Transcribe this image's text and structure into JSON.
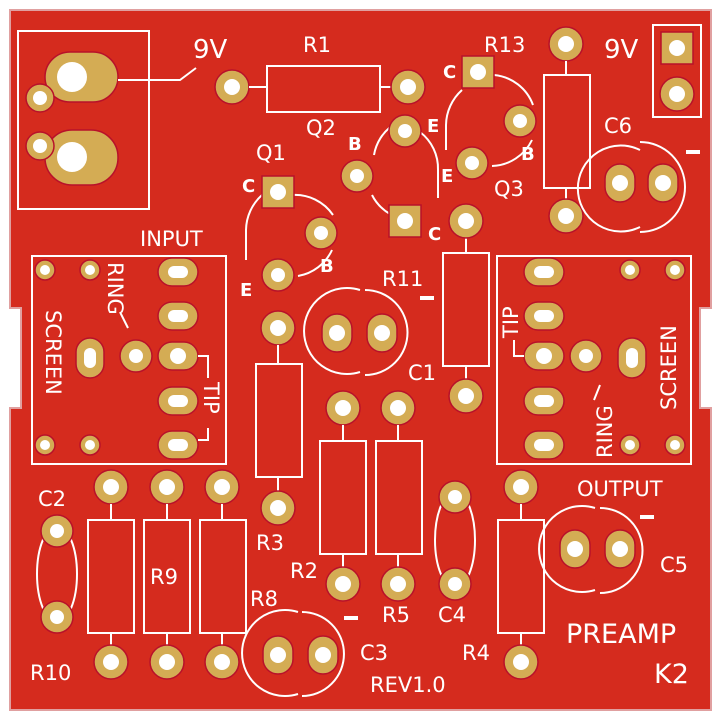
{
  "board": {
    "name": "PREAMP",
    "model": "K2",
    "revision": "REV1.0",
    "colors": {
      "board": "#d52b1e",
      "copper": "#d4ac54",
      "silk": "#ffffff",
      "background": "#ffffff"
    }
  },
  "labels": {
    "power_in": "9V",
    "power_out": "9V",
    "input": "INPUT",
    "output": "OUTPUT",
    "ring": "RING",
    "tip": "TIP",
    "screen": "SCREEN",
    "r1": "R1",
    "r2": "R2",
    "r3": "R3",
    "r4": "R4",
    "r5": "R5",
    "r8": "R8",
    "r9": "R9",
    "r10": "R10",
    "r11": "R11",
    "r13": "R13",
    "q1": "Q1",
    "q2": "Q2",
    "q3": "Q3",
    "c1": "C1",
    "c2": "C2",
    "c3": "C3",
    "c4": "C4",
    "c5": "C5",
    "c6": "C6",
    "pin_c": "C",
    "pin_b": "B",
    "pin_e": "E"
  }
}
